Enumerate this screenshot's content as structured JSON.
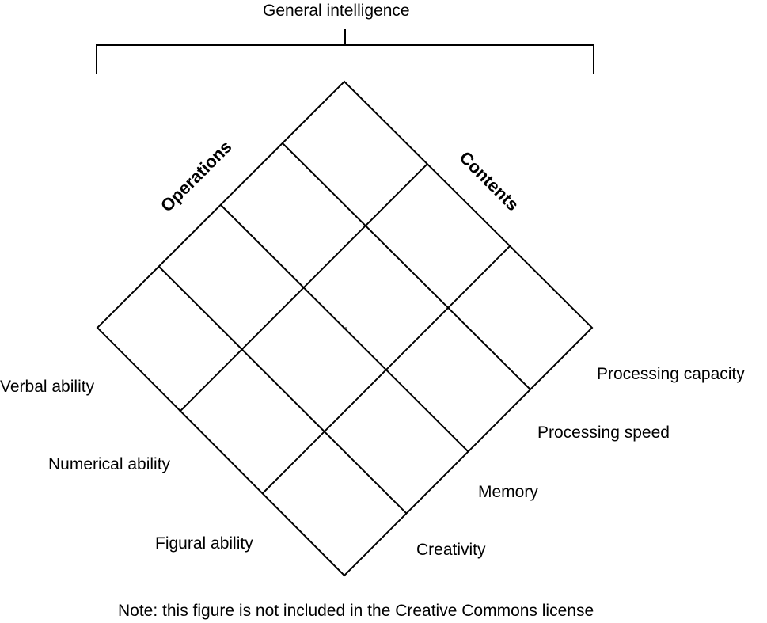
{
  "title": "General intelligence",
  "axes": {
    "operations_label": "Operations",
    "contents_label": "Contents"
  },
  "operations": [
    "Verbal ability",
    "Numerical ability",
    "Figural ability"
  ],
  "contents": [
    "Processing capacity",
    "Processing speed",
    "Memory",
    "Creativity"
  ],
  "note": "Note: this figure is not included in the Creative Commons license",
  "colors": {
    "line": "#000000",
    "background": "#ffffff",
    "text": "#000000"
  }
}
